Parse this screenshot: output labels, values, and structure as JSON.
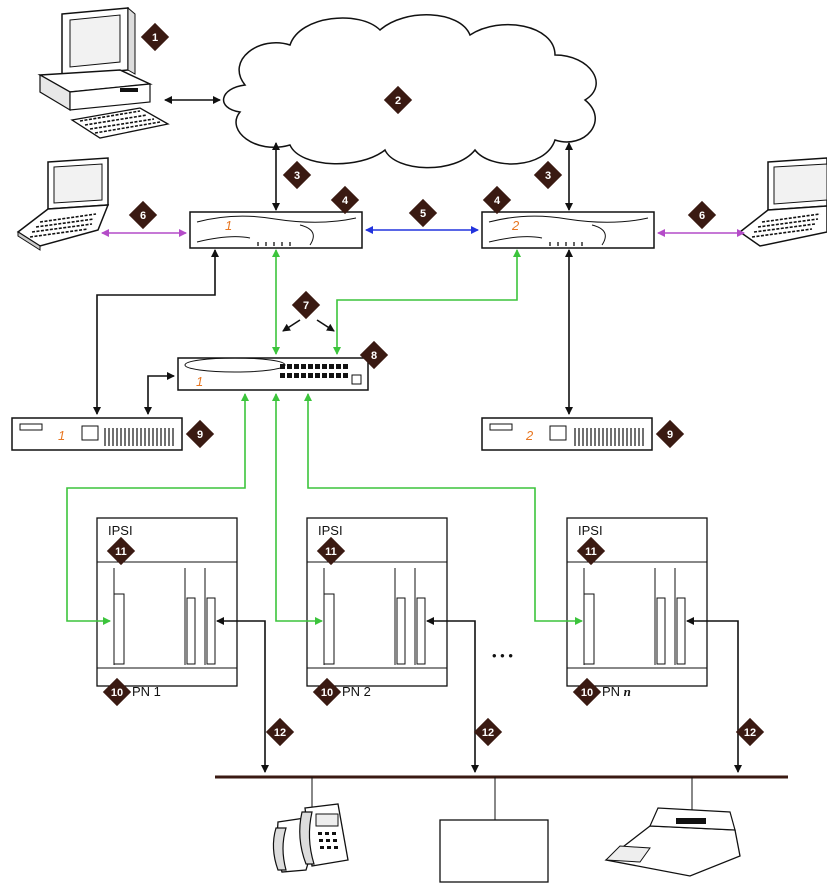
{
  "colors": {
    "black_link": "#111111",
    "green_link": "#3cc43c",
    "blue_link": "#2233dd",
    "purple_link": "#b44cc8",
    "callout": "#3a1a12",
    "device_label": "#e87722"
  },
  "callouts": {
    "c1": "1",
    "c2": "2",
    "c3a": "3",
    "c3b": "3",
    "c4a": "4",
    "c4b": "4",
    "c5": "5",
    "c6a": "6",
    "c6b": "6",
    "c7": "7",
    "c8": "8",
    "c9a": "9",
    "c9b": "9",
    "c10a": "10",
    "c10b": "10",
    "c10c": "10",
    "c11a": "11",
    "c11b": "11",
    "c11c": "11",
    "c12a": "12",
    "c12b": "12",
    "c12c": "12"
  },
  "device_labels": {
    "server1": "1",
    "server2": "2",
    "switch1": "1",
    "ups1": "1",
    "ups2": "2"
  },
  "cabinets": {
    "ipsi_label": "IPSI",
    "pn1_prefix": "PN ",
    "pn1_suffix": "1",
    "pn2_prefix": "PN ",
    "pn2_suffix": "2",
    "pnn_prefix": "PN ",
    "pnn_suffix": "n"
  },
  "ellipsis": "• • •",
  "icons": {
    "desktop": "desktop-computer-icon",
    "laptop": "laptop-icon",
    "cloud": "network-cloud-icon",
    "phone": "telephone-icon",
    "terminal": "terminal-box-icon",
    "printer": "printer-icon"
  }
}
